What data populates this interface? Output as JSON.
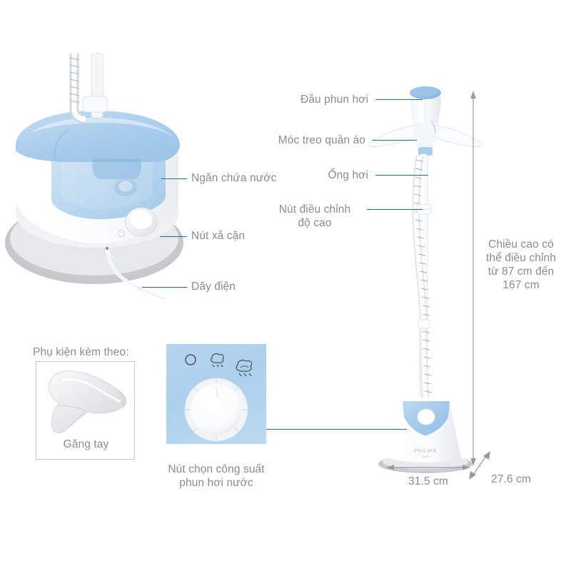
{
  "document": {
    "type": "product-dimension-diagram",
    "brand": "PHILIPS",
    "background_color": "#ffffff",
    "label_color": "#8c8c8c",
    "leader_color": "#2b6a86",
    "dimension_color": "#9a9a9a",
    "accent_blue": "#a9cdea",
    "tank_blue": "#bad8f0"
  },
  "callouts": {
    "steam_head": "Đầu phun hơi",
    "clothes_hanger": "Móc treo quần áo",
    "steam_hose": "Ống hơi",
    "height_adjust_line1": "Nút điều chỉnh",
    "height_adjust_line2": "độ cao",
    "water_tank": "Ngăn chứa nước",
    "drain_knob": "Nút xả cặn",
    "power_cord": "Dây điện"
  },
  "dimensions": {
    "height_line1": "Chiều cao có",
    "height_line2": "thể điều chỉnh",
    "height_line3": "từ 87 cm đến",
    "height_line4": "167 cm",
    "width": "31.5 cm",
    "depth": "27.6 cm"
  },
  "accessories": {
    "heading": "Phụ kiện kèm theo:",
    "items": [
      {
        "label": "Găng tay"
      }
    ]
  },
  "control_panel": {
    "caption_line1": "Nút chọn công suất",
    "caption_line2": "phun hơi nước",
    "icons": [
      {
        "name": "power-off-icon",
        "glyph": "circle"
      },
      {
        "name": "steam-low-icon",
        "glyph": "small-steam"
      },
      {
        "name": "steam-high-icon",
        "glyph": "large-steam"
      }
    ]
  }
}
